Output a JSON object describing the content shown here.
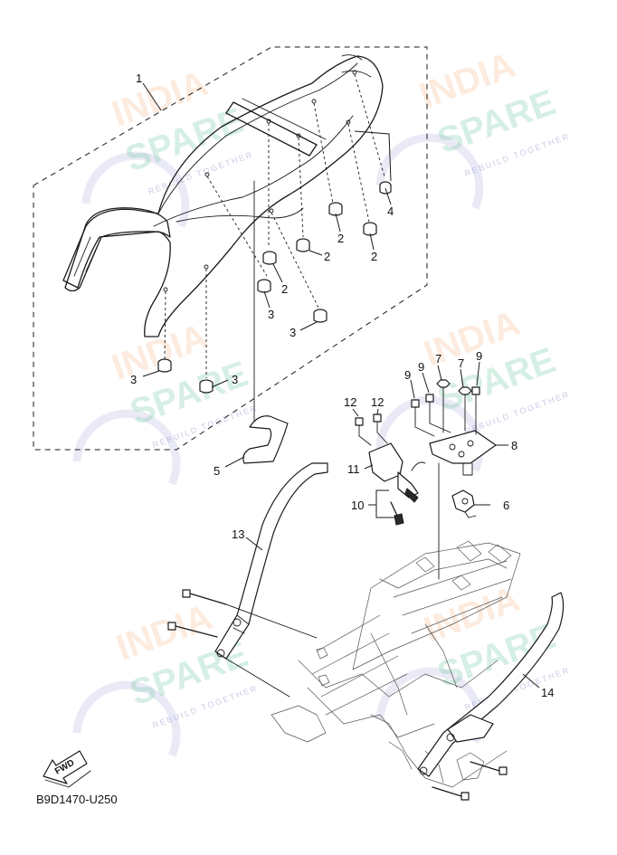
{
  "watermark": {
    "line1": "INDIA",
    "line2": "SPARE",
    "tagline": "REBUILD TOGETHER",
    "colors": {
      "india": "#f6b98a",
      "spare": "#6fc9a2",
      "tagline": "#8a8ac8"
    }
  },
  "callouts": {
    "c1": "1",
    "c2a": "2",
    "c2b": "2",
    "c2c": "2",
    "c2d": "2",
    "c3a": "3",
    "c3b": "3",
    "c3c": "3",
    "c3d": "3",
    "c4": "4",
    "c5": "5",
    "c6": "6",
    "c7a": "7",
    "c7b": "7",
    "c8": "8",
    "c9a": "9",
    "c9b": "9",
    "c9c": "9",
    "c10": "10",
    "c11": "11",
    "c12a": "12",
    "c12b": "12",
    "c13": "13",
    "c14": "14"
  },
  "fwd_label": "FWD",
  "diagram_code": "B9D1470-U250"
}
